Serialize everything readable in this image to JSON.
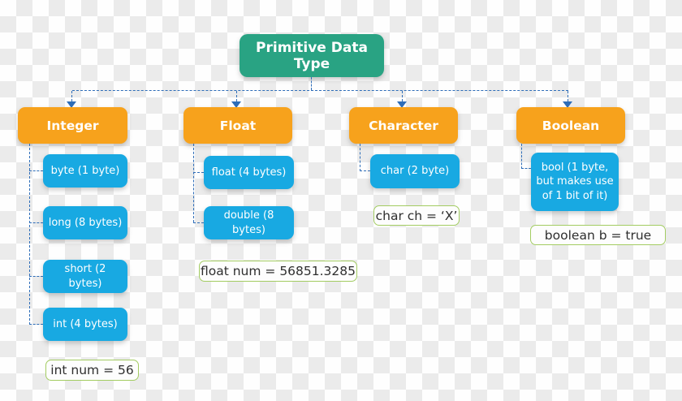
{
  "colors": {
    "root_fill": "#29a383",
    "category_fill": "#f7a21c",
    "subtype_fill": "#18a9e2",
    "connector": "#2e6db8",
    "example_border": "#a3cc62",
    "example_text": "#2e2e2e",
    "checker_light": "#fefefe",
    "checker_dark": "#ebebeb"
  },
  "root": {
    "label": "Primitive Data Type"
  },
  "categories": [
    {
      "label": "Integer",
      "subtypes": [
        "byte (1 byte)",
        "long (8 bytes)",
        "short (2 bytes)",
        "int (4 bytes)"
      ],
      "example": "int num = 56"
    },
    {
      "label": "Float",
      "subtypes": [
        "float (4 bytes)",
        "double (8 bytes)"
      ],
      "example": "float num = 56851.3285"
    },
    {
      "label": "Character",
      "subtypes": [
        "char (2 byte)"
      ],
      "example": "char ch = ‘X’"
    },
    {
      "label": "Boolean",
      "subtypes": [
        "bool (1 byte, but makes use of 1 bit of it)"
      ],
      "example": "boolean b = true"
    }
  ]
}
